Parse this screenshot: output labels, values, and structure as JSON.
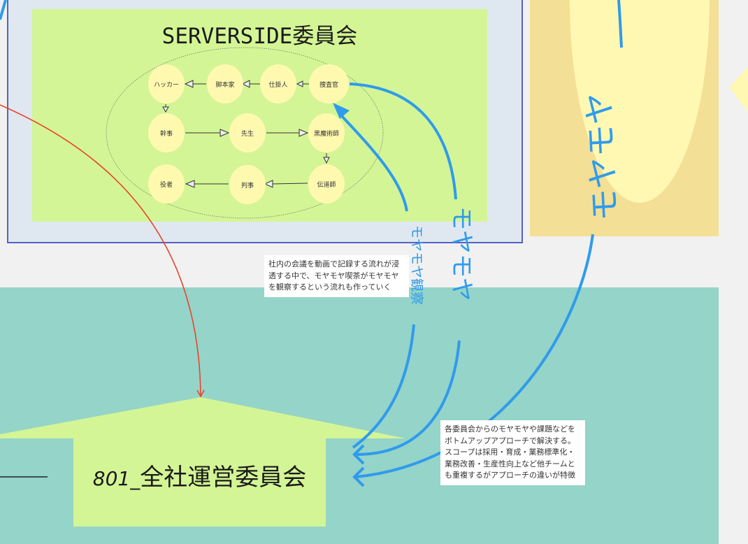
{
  "committee": {
    "title": "SERVERSIDE委員会",
    "nodes": [
      "ハッカー",
      "脚本家",
      "仕掛人",
      "捜査官",
      "幹事",
      "先生",
      "黒魔術師",
      "役者",
      "判事",
      "伝道師"
    ]
  },
  "notes": {
    "observation": "社内の会議を動画で記録する流れが浸透する中で、モヤモヤ喫茶がモヤモヤを観察するという流れも作っていく",
    "scope": "各委員会からのモヤモヤや課題などをボトムアップアプローチで解決する。スコープは採用・育成・業務標準化・業務改善・生産性向上など他チームとも重複するがアプローチの違いが特徴"
  },
  "main_committee": {
    "number": "801_",
    "name": "全社運営委員会"
  },
  "arrow_labels": {
    "moyamoya_center": "モヤモヤ",
    "moyamoya_observe": "モヤモヤ観察",
    "moyamoya_right": "モヤモヤ"
  },
  "colors": {
    "arrow_blue": "#2f9bec",
    "arrow_red": "#e8452c",
    "panel_green": "#d4f595",
    "teal": "#95d4c8",
    "node_yellow": "#fff9b0"
  }
}
